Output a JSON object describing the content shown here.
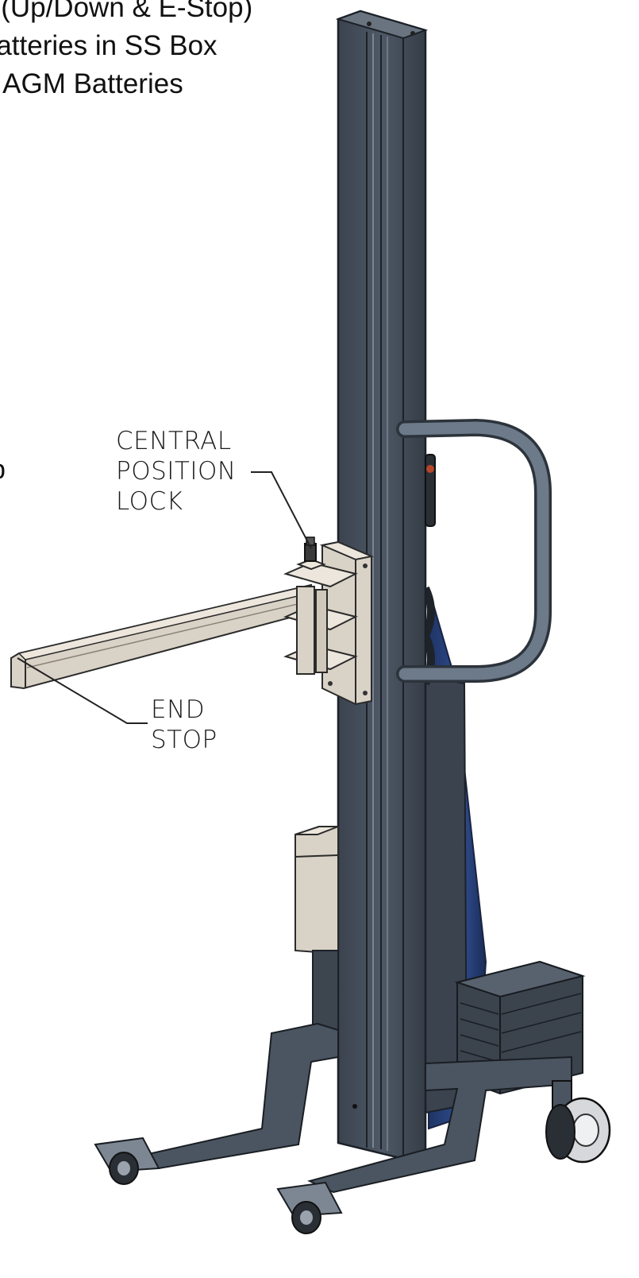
{
  "features": {
    "lines": [
      "e (Up/Down & E-Stop)",
      "Batteries in SS Box",
      "& AGM Batteries"
    ]
  },
  "stray_glyph": "b",
  "callouts": {
    "central_position_lock": [
      "CENTRAL",
      "POSITION",
      "LOCK"
    ],
    "end_stop": [
      "END",
      "STOP"
    ]
  },
  "colors": {
    "mast": "#46505c",
    "mast_dark": "#2e353e",
    "boom": "#d9d2c6",
    "actuator": "#27407a",
    "handle": "#6c7a8a",
    "leader_line": "#222222"
  }
}
